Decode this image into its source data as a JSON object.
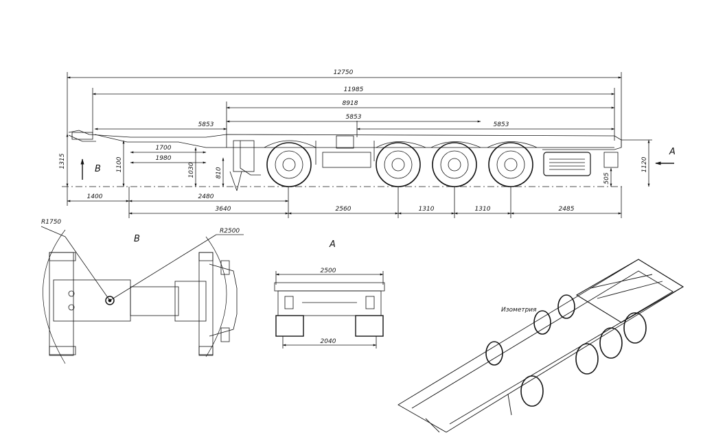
{
  "colors": {
    "ink": "#111111",
    "paper": "#ffffff"
  },
  "side_view": {
    "overall": [
      "12750",
      "11985",
      "8918"
    ],
    "spans": [
      "5853",
      "5853",
      "5853"
    ],
    "heights": [
      "1315",
      "1100",
      "1030",
      "810",
      "1120",
      "505"
    ],
    "lengths": [
      "1700",
      "1980"
    ],
    "ground": [
      "1400",
      "2480"
    ],
    "axles": [
      "3640",
      "2560",
      "1310",
      "1310",
      "2485"
    ],
    "arrow_label": "B",
    "view_a_arrow": "A"
  },
  "view_b": {
    "title": "B",
    "radius_1": "R1750",
    "radius_2": "R2500"
  },
  "view_a": {
    "title": "A",
    "width_top": "2500",
    "width_bottom": "2040"
  },
  "isometric": {
    "caption": "Изометрия"
  }
}
